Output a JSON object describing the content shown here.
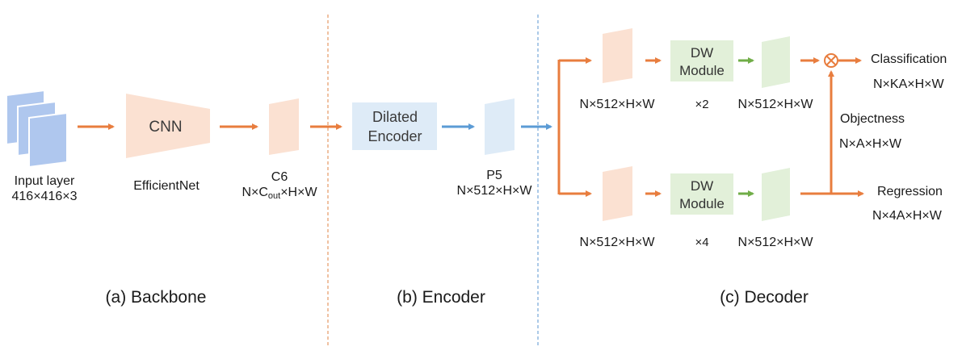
{
  "backbone": {
    "input_label": "Input layer",
    "input_size": "416×416×3",
    "cnn_label": "CNN",
    "cnn_name": "EfficientNet",
    "c6_label": "C6",
    "c6_dims": {
      "prefix": "N×C",
      "sub": "out",
      "suffix": "×H×W"
    }
  },
  "encoder": {
    "box_line1": "Dilated",
    "box_line2": "Encoder",
    "p5_label": "P5",
    "p5_dims": "N×512×H×W"
  },
  "decoder": {
    "top": {
      "in_dims": "N×512×H×W",
      "module_line1": "DW",
      "module_line2": "Module",
      "repeat": "×2",
      "out_dims": "N×512×H×W"
    },
    "bottom": {
      "in_dims": "N×512×H×W",
      "module_line1": "DW",
      "module_line2": "Module",
      "repeat": "×4",
      "out_dims": "N×512×H×W"
    },
    "multiply_symbol": "⊗",
    "classification_label": "Classification",
    "classification_dims": "N×KA×H×W",
    "objectness_label": "Objectness",
    "objectness_dims": "N×A×H×W",
    "regression_label": "Regression",
    "regression_dims": "N×4A×H×W"
  },
  "sections": {
    "backbone": "(a) Backbone",
    "encoder": "(b) Encoder",
    "decoder": "(c) Decoder"
  },
  "colors": {
    "orange_arrow": "#E87D3E",
    "blue_arrow": "#5B9BD5",
    "green_arrow": "#70AD47",
    "input_blue": "#AFC7EE",
    "orange_fill": "#FBE1D2",
    "blue_fill": "#DEEBF7",
    "green_fill": "#E2F0D9",
    "orange_divider": "#E8A070",
    "blue_divider": "#7FAEDB"
  }
}
